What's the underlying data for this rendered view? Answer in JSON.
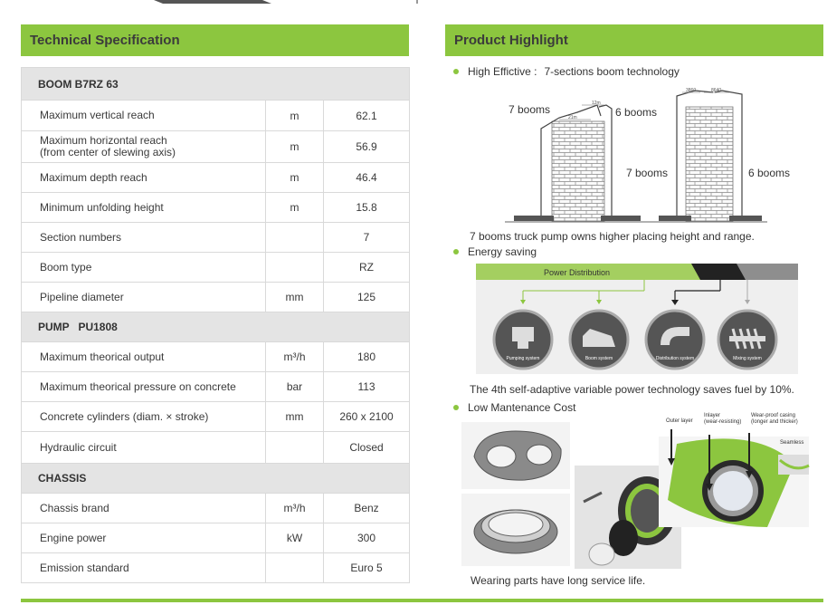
{
  "left": {
    "heading": "Technical Specification",
    "sections": [
      {
        "title": "BOOM B7RZ 63",
        "rows": [
          {
            "label": "Maximum vertical reach",
            "unit": "m",
            "value": "62.1"
          },
          {
            "label": "Maximum horizontal reach",
            "label2": "(from center of slewing axis)",
            "unit": "m",
            "value": "56.9"
          },
          {
            "label": "Maximum depth reach",
            "unit": "m",
            "value": "46.4"
          },
          {
            "label": "Minimum unfolding height",
            "unit": "m",
            "value": "15.8"
          },
          {
            "label": "Section numbers",
            "unit": "",
            "value": "7"
          },
          {
            "label": "Boom type",
            "unit": "",
            "value": "RZ"
          },
          {
            "label": "Pipeline diameter",
            "unit": "mm",
            "value": "125"
          }
        ]
      },
      {
        "title": "PUMP   PU1808",
        "rows": [
          {
            "label": "Maximum theorical output",
            "unit": "m³/h",
            "value": "180"
          },
          {
            "label": "Maximum theorical pressure on concrete",
            "unit": "bar",
            "value": "113"
          },
          {
            "label": "Concrete cylinders (diam. × stroke)",
            "unit": "mm",
            "value": "260 x 2100"
          },
          {
            "label": "Hydraulic circuit",
            "unit": "",
            "value": "Closed"
          }
        ]
      },
      {
        "title": "CHASSIS",
        "rows": [
          {
            "label": "Chassis brand",
            "unit": "m³/h",
            "value": "Benz"
          },
          {
            "label": "Engine power",
            "unit": "kW",
            "value": "300"
          },
          {
            "label": "Emission standard",
            "unit": "",
            "value": "Euro 5"
          }
        ]
      }
    ]
  },
  "right": {
    "heading": "Product Highlight",
    "h1": {
      "label": "High Effictive :",
      "text": "7-sections boom technology",
      "caption": "7 booms truck pump owns higher placing height and range.",
      "fig": {
        "left_7": "7 booms",
        "left_6": "6 booms",
        "right_7": "7 booms",
        "right_6": "6 booms",
        "d1": "12m",
        "d2": "21m",
        "d3": "3860",
        "d4": "8640"
      }
    },
    "h2": {
      "label": "Energy saving",
      "caption": "The 4th self-adaptive variable power technology saves fuel by 10%.",
      "fig": {
        "bar": "Power Distribution",
        "systems": [
          "Pumping system",
          "Boom system",
          "Distribution system",
          "Mixing system"
        ]
      }
    },
    "h3": {
      "label": "Low Mantenance Cost",
      "caption": "Wearing parts have long service life.",
      "fig": {
        "outer": "Outer layer",
        "inlayer": "Inlayer",
        "inlayer2": "(wear-resisting)",
        "wearproof": "Wear-proof casing",
        "wearproof2": "(longer and thicker)",
        "seamless": "Seamless"
      }
    }
  },
  "colors": {
    "accent": "#8cc63f",
    "section_bg": "#e4e4e4"
  }
}
